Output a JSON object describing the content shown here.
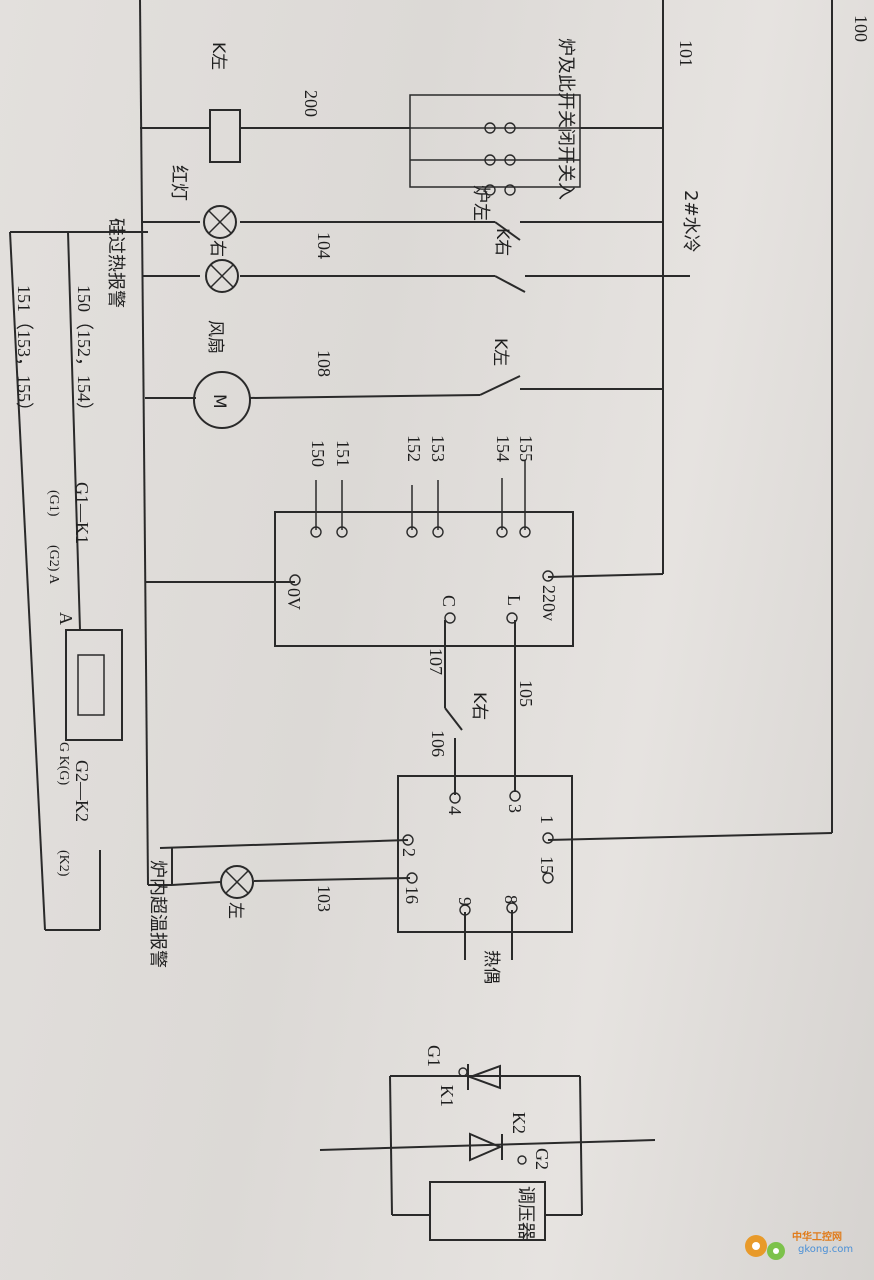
{
  "labels": {
    "n100": "100",
    "n101": "101",
    "n200": "200",
    "n104": "104",
    "n108": "108",
    "n105": "105",
    "n106": "106",
    "n107": "107",
    "n103": "103",
    "n150_152_154": "150（152，154）",
    "n151_153_155": "151（153，155）",
    "t155": "155",
    "t154": "154",
    "t153": "153",
    "t152": "152",
    "t151": "151",
    "t150": "150",
    "ctrl_220v": "220v",
    "ctrl_0v": "0V",
    "ctrl_L": "L",
    "ctrl_C": "C",
    "m_1": "1",
    "m_15": "15",
    "m_3": "3",
    "m_4": "4",
    "m_2": "2",
    "m_16": "16",
    "m_8": "8",
    "m_9": "9",
    "g1k1": "G1—K1",
    "g2k2": "G2—K2",
    "pin_a": "A",
    "g1_label": "G1",
    "k1_label": "K1",
    "k2_label": "K2",
    "g2_label": "G2",
    "k_left_coil": "K左",
    "k_right_sw": "K右",
    "k_left_sw": "K左",
    "k_right_sw2": "K右",
    "fan": "风扇",
    "motor": "M",
    "thermocouple": "热偶",
    "right_lamp": "右",
    "left_lamp": "左",
    "hw_switch_note": "炉及此开关闭开关入",
    "hw_left": "炉左",
    "hw_red_lamp": "红灯",
    "hw_water": "2#水冷",
    "hw_si_alarm": "硅过热报警",
    "hw_furnace_alarm": "炉内超温报警",
    "hw_g1_note": "(G1)",
    "hw_k1_note": "(G2) A",
    "hw_g2_note": "G K(G)",
    "hw_k2_note": "(K2)",
    "reg": "调压器"
  },
  "watermark": {
    "site": "中华工控网",
    "domain": "gkong.com"
  },
  "colors": {
    "ink": "#2a2a2a",
    "paper": "#e3e0dd",
    "watermark_orange": "#e07b1a",
    "watermark_blue": "#4a8fd6"
  }
}
